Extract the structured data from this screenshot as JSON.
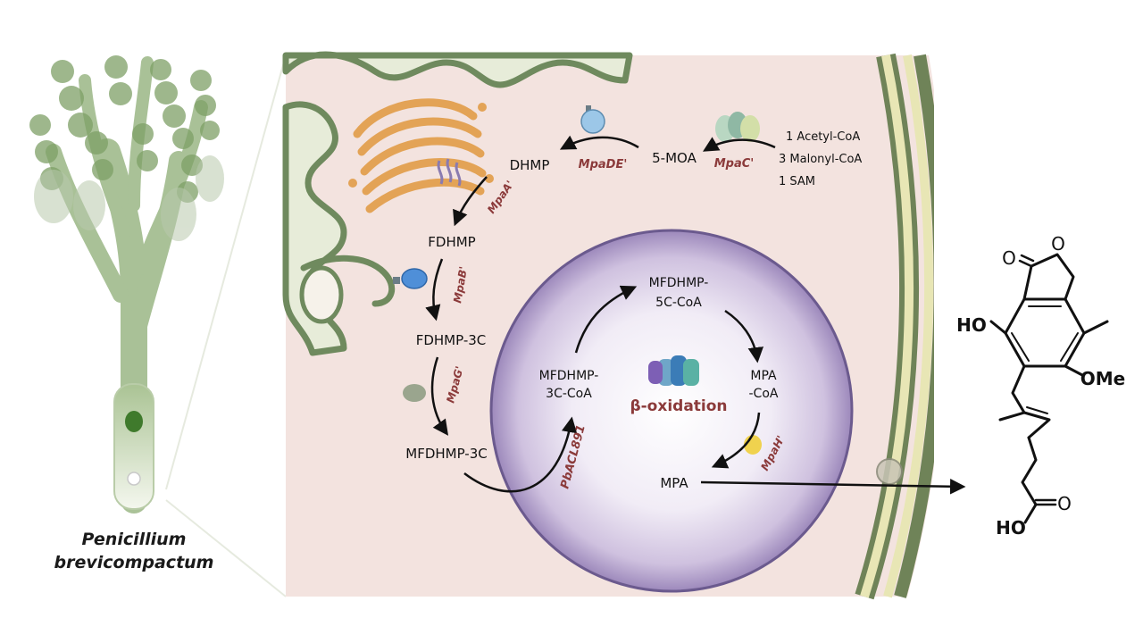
{
  "organism": {
    "line1": "Penicillium",
    "line2": "brevicompactum"
  },
  "precursors": {
    "acetyl": "1 Acetyl-CoA",
    "malonyl": "3 Malonyl-CoA",
    "sam": "1 SAM"
  },
  "metabolites": {
    "moa": "5-MOA",
    "dhmp": "DHMP",
    "fdhmp": "FDHMP",
    "fdhmp3c": "FDHMP-3C",
    "mfdhmp3c": "MFDHMP-3C",
    "mfdhmp3ccoa_1": "MFDHMP-",
    "mfdhmp3ccoa_2": "3C-CoA",
    "mfdhmp5ccoa_1": "MFDHMP-",
    "mfdhmp5ccoa_2": "5C-CoA",
    "mpacoa_1": "MPA",
    "mpacoa_2": "-CoA",
    "mpa": "MPA"
  },
  "enzymes": {
    "mpac": "MpaC'",
    "mpade": "MpaDE'",
    "mpaa": "MpaA'",
    "mpab": "MpaB'",
    "mpag": "MpaG'",
    "pbacl": "PbACL891",
    "mpah": "MpaH'"
  },
  "process": "β-oxidation",
  "structure": {
    "ho1": "HO",
    "ome": "OMe",
    "ho2": "HO",
    "o1": "O",
    "o2": "O",
    "o3": "O"
  },
  "colors": {
    "cytoplasm": "#f3e3df",
    "er_fill": "#e7ecd9",
    "er_stroke": "#6f8a5e",
    "golgi": "#e3a356",
    "peroxisome": "#cbbcd9",
    "peroxisome_stroke": "#6b5a8e",
    "wall_outer": "#6f8358",
    "wall_inner": "#e8e6b5",
    "enzyme_label": "#8b3a3a"
  }
}
